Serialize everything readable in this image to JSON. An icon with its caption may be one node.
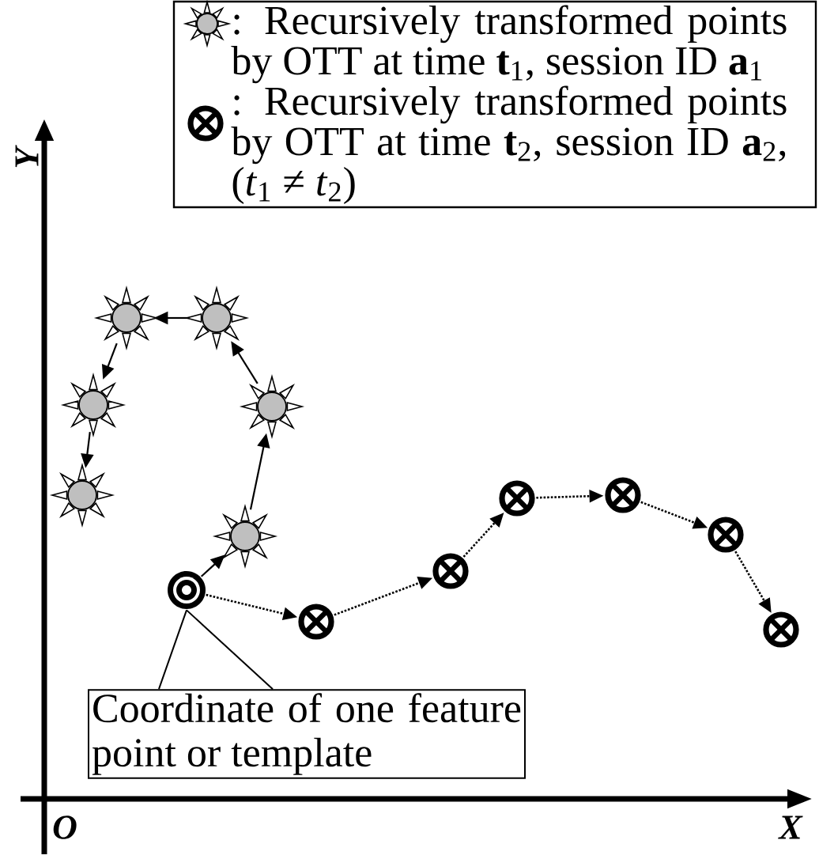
{
  "diagram": {
    "nodes": [
      {
        "text": [],
        "shape": "star"
      },
      {
        "text": [],
        "shape": "star"
      },
      {
        "text": [],
        "shape": "star"
      },
      {
        "text": [],
        "shape": "star"
      },
      {
        "text": [],
        "shape": "star"
      },
      {
        "text": [],
        "shape": "star"
      },
      {
        "text": [],
        "shape": "circle"
      },
      {
        "text": [],
        "shape": "circle"
      },
      {
        "text": [],
        "shape": "circle"
      },
      {
        "text": [],
        "shape": "circle"
      },
      {
        "text": [],
        "shape": "circle"
      },
      {
        "text": [],
        "shape": "circle"
      },
      {
        "text": [],
        "shape": "target"
      },
      {
        "text": [
          "Coordinate of one feature point or template"
        ]
      }
    ],
    "edges": [
      {
        "from": 12,
        "to": 5,
        "arrow": "to"
      },
      {
        "from": 5,
        "to": 3,
        "arrow": "to"
      },
      {
        "from": 3,
        "to": 1,
        "arrow": "to"
      },
      {
        "from": 1,
        "to": 0,
        "arrow": "to"
      },
      {
        "from": 0,
        "to": 2,
        "arrow": "to"
      },
      {
        "from": 2,
        "to": 4,
        "arrow": "to"
      },
      {
        "from": 12,
        "to": 6,
        "arrow": "to",
        "style": "dashed"
      },
      {
        "from": 6,
        "to": 7,
        "arrow": "to",
        "style": "dashed"
      },
      {
        "from": 7,
        "to": 8,
        "arrow": "to",
        "style": "dashed"
      },
      {
        "from": 8,
        "to": 9,
        "arrow": "to",
        "style": "dashed"
      },
      {
        "from": 9,
        "to": 10,
        "arrow": "to",
        "style": "dashed"
      },
      {
        "from": 10,
        "to": 11,
        "arrow": "to",
        "style": "dashed"
      },
      {
        "from": 13,
        "to": 12,
        "arrow": "none"
      }
    ],
    "labels": [
      "Y",
      "O",
      "X"
    ],
    "legend": [
      {
        "text": ": Recursively transformed points by OTT at time **t**$_{1}$, session ID **a**$_{1}$"
      },
      {
        "text": ": Recursively transformed points by OTT at time **t**$_{2}$, session ID **a**$_{2}$, (*t*$_{1}$ ≠ *t*$_{2}$)"
      }
    ]
  }
}
